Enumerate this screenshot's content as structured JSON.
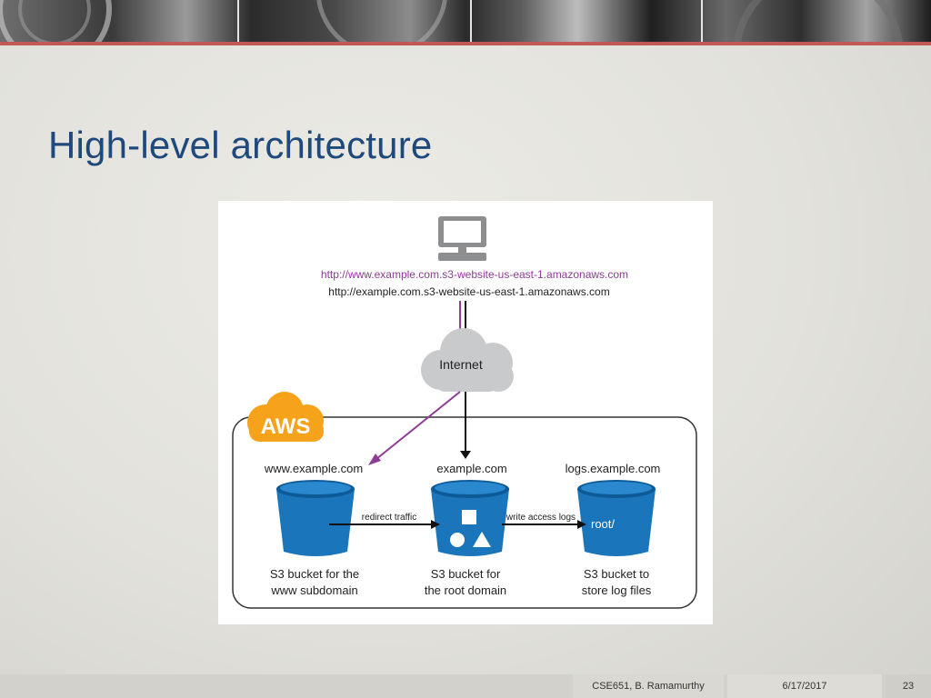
{
  "slide": {
    "title": "High-level architecture"
  },
  "diagram": {
    "url_www": "http://www.example.com.s3-website-us-east-1.amazonaws.com",
    "url_root": "http://example.com.s3-website-us-east-1.amazonaws.com",
    "cloud_label": "Internet",
    "aws_label": "AWS",
    "buckets": [
      {
        "domain": "www.example.com",
        "desc_line1": "S3 bucket for the",
        "desc_line2": "www subdomain"
      },
      {
        "domain": "example.com",
        "desc_line1": "S3 bucket for",
        "desc_line2": "the root domain"
      },
      {
        "domain": "logs.example.com",
        "desc_line1": "S3 bucket to",
        "desc_line2": "store log files",
        "inner_label": "root/"
      }
    ],
    "arrow_redirect": "redirect traffic",
    "arrow_logs": "write access logs",
    "colors": {
      "bucket": "#1a75bb",
      "bucket_rim": "#0e5a96",
      "www_arrow": "#8e3b96",
      "aws_cloud": "#f7a21b",
      "internet_cloud": "#c9cacb"
    }
  },
  "footer": {
    "author": "CSE651, B. Ramamurthy",
    "date": "6/17/2017",
    "page": "23"
  }
}
